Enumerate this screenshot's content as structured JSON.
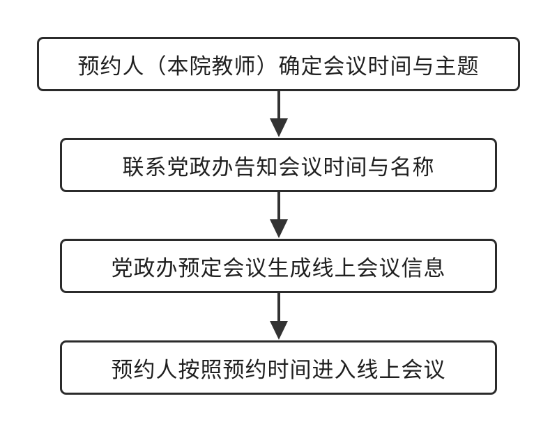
{
  "flowchart": {
    "steps": [
      {
        "label": "预约人（本院教师）确定会议时间与主题"
      },
      {
        "label": "联系党政办告知会议时间与名称"
      },
      {
        "label": "党政办预定会议生成线上会议信息"
      },
      {
        "label": "预约人按照预约时间进入线上会议"
      }
    ],
    "colors": {
      "border": "#2b2b2b",
      "arrow": "#333333",
      "text": "#1f1f1f",
      "background": "#ffffff"
    }
  }
}
